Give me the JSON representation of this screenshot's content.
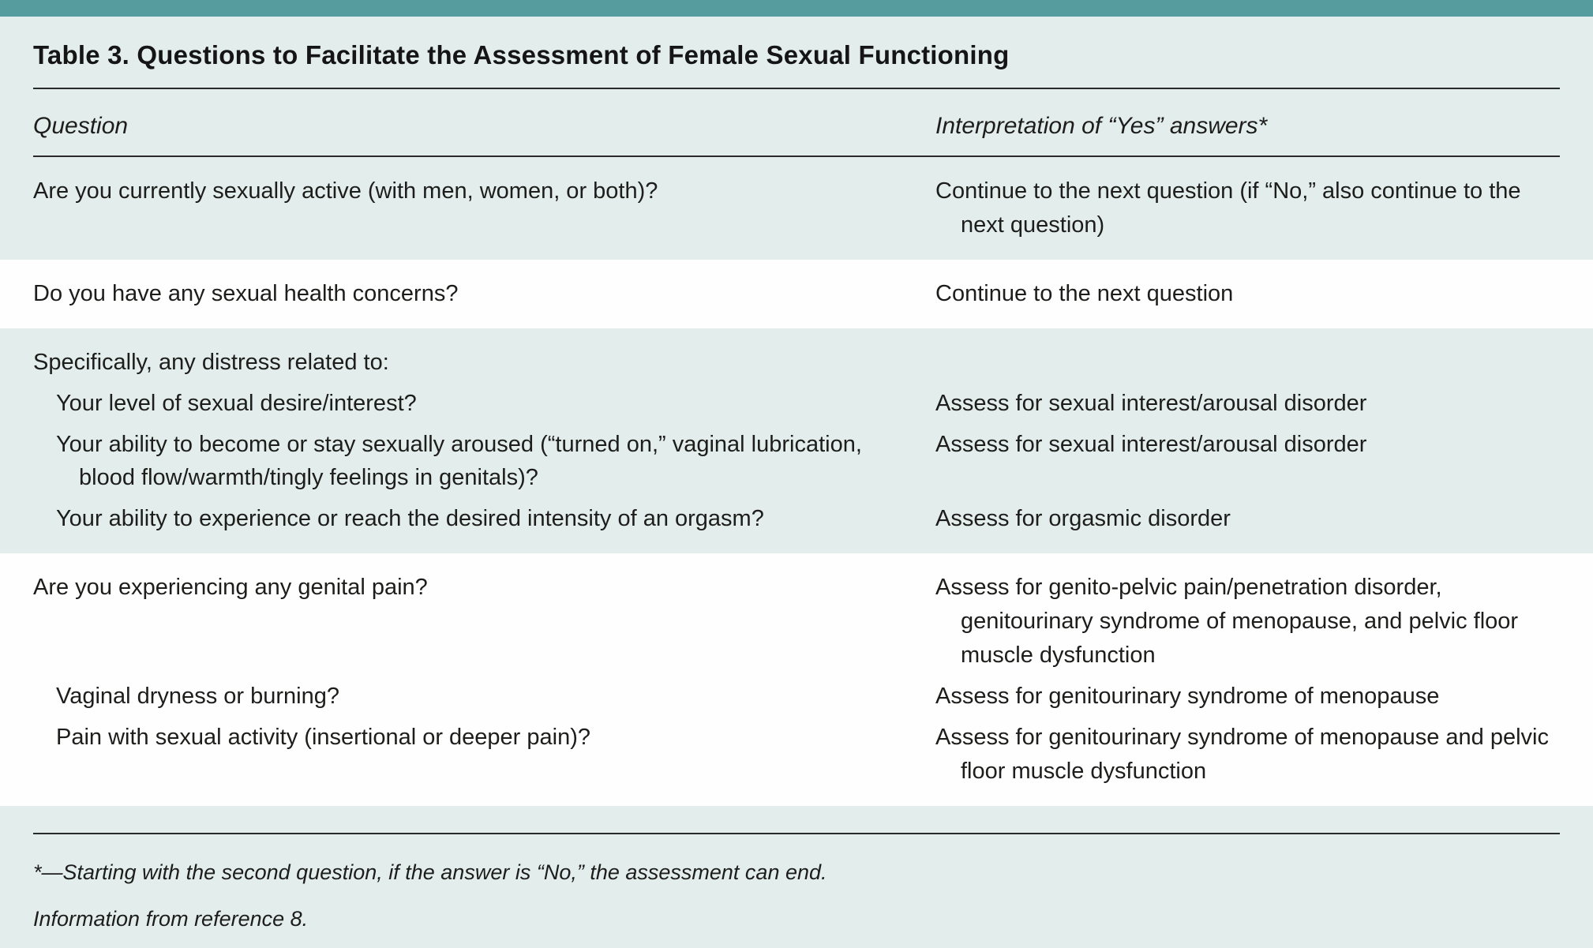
{
  "theme": {
    "teal_bar": "#569b9d",
    "background_mint": "#e3eeec",
    "row_white": "#fdfefd",
    "text": "#1d1d1b"
  },
  "table": {
    "title": "Table 3. Questions to Facilitate the Assessment of Female Sexual Functioning",
    "columns": [
      "Question",
      "Interpretation of “Yes” answers*"
    ],
    "sections": [
      {
        "shade": "mint",
        "items": [
          {
            "q": "Are you currently sexually active (with men, women, or both)?",
            "a": "Continue to the next question (if “No,” also continue to the next question)"
          }
        ]
      },
      {
        "shade": "white",
        "items": [
          {
            "q": "Do you have any sexual health concerns?",
            "a": "Continue to the next question"
          }
        ]
      },
      {
        "shade": "mint",
        "items": [
          {
            "q": "Specifically, any distress related to:",
            "a": ""
          },
          {
            "q": "Your level of sexual desire/interest?",
            "a": "Assess for sexual interest/arousal disorder"
          },
          {
            "q": "Your ability to become or stay sexually aroused (“turned on,” vaginal lubrication, blood flow/warmth/tingly feelings in genitals)?",
            "a": "Assess for sexual interest/arousal disorder"
          },
          {
            "q": "Your ability to experience or reach the desired intensity of an orgasm?",
            "a": "Assess for orgasmic disorder"
          }
        ]
      },
      {
        "shade": "white",
        "items": [
          {
            "q": "Are you experiencing any genital pain?",
            "a": "Assess for genito-pelvic pain/penetration disorder, genitourinary syndrome of menopause, and pelvic floor muscle dysfunction"
          },
          {
            "q": "Vaginal dryness or burning?",
            "a": "Assess for genitourinary syndrome of menopause"
          },
          {
            "q": "Pain with sexual activity (insertional or deeper pain)?",
            "a": "Assess for genitourinary syndrome of menopause and pelvic floor muscle dysfunction"
          }
        ]
      }
    ],
    "footnotes": [
      "*—Starting with the second question, if the answer is “No,” the assessment can end.",
      "Information from reference 8."
    ]
  }
}
